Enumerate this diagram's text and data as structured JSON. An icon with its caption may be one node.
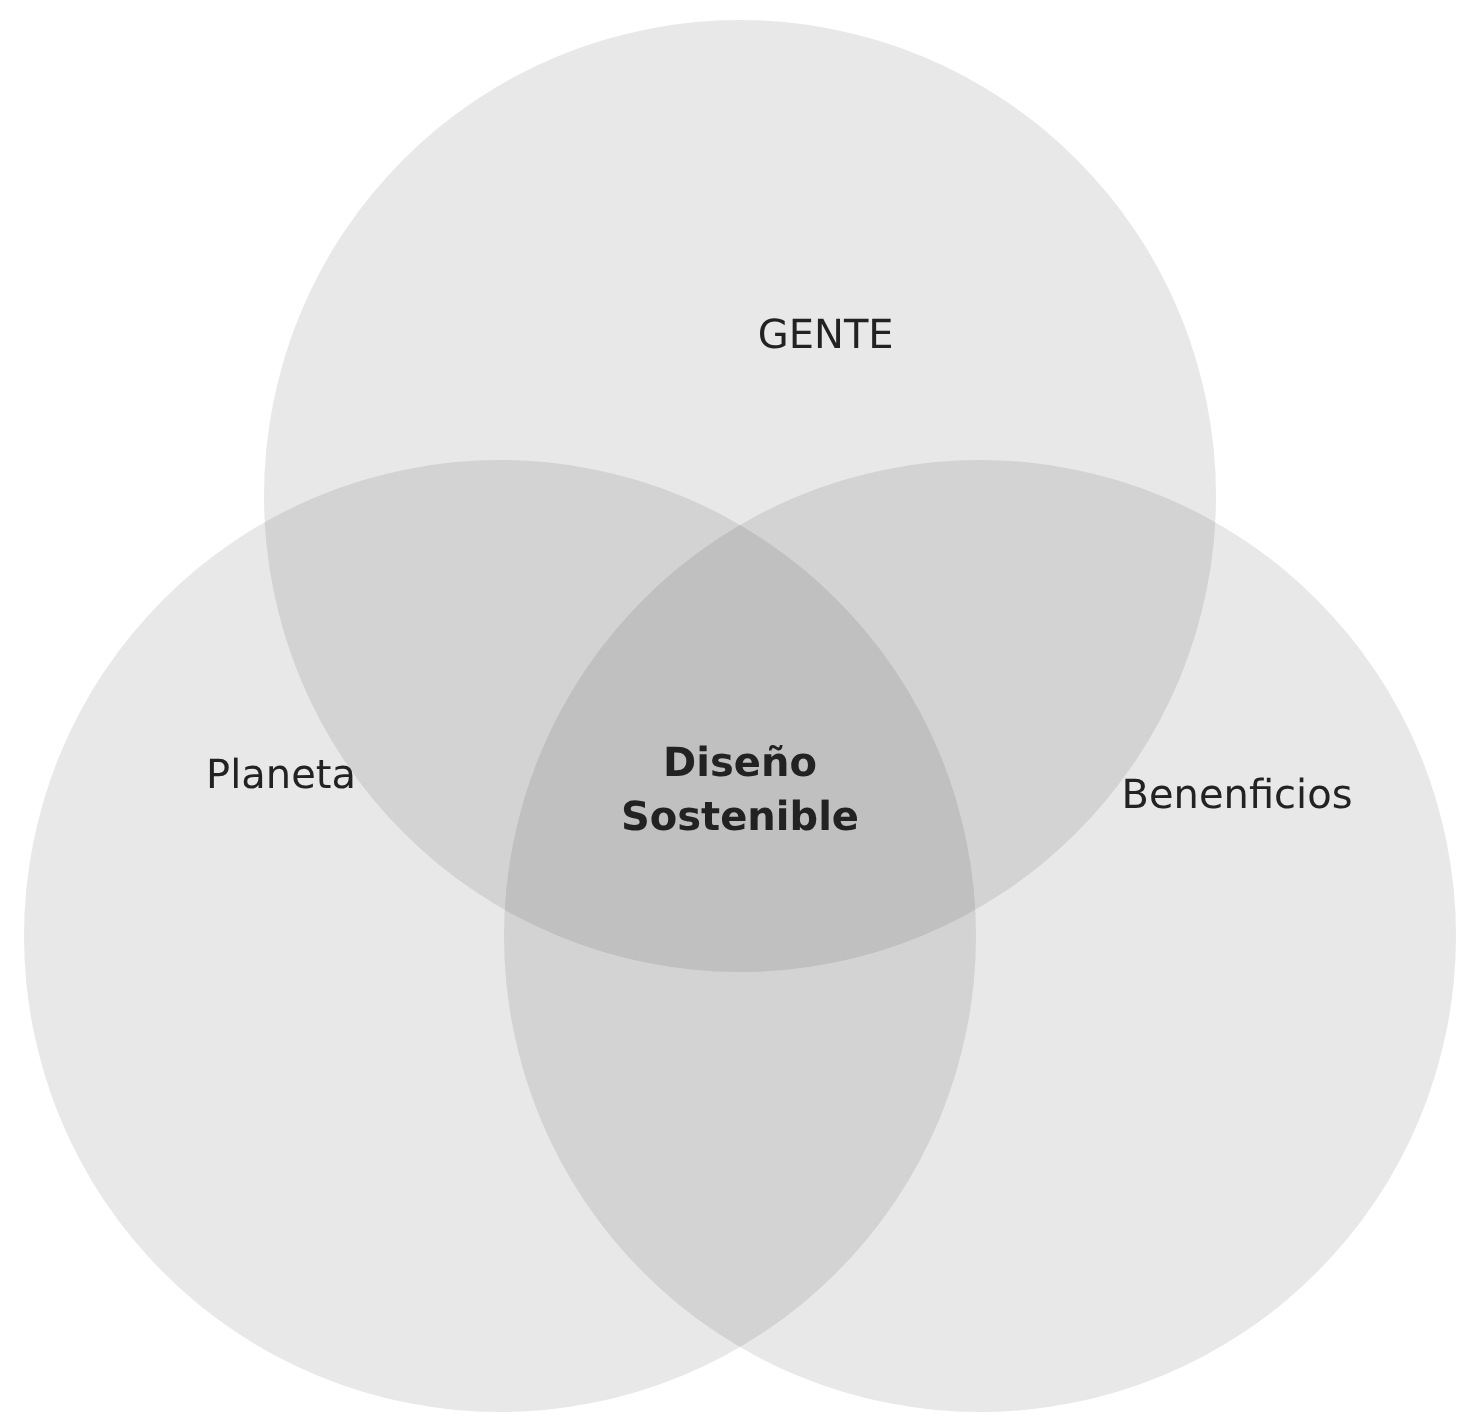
{
  "diagram": {
    "nodes": [
      {
        "text": [
          "GENTE"
        ]
      },
      {
        "text": [
          "Planeta"
        ]
      },
      {
        "text": [
          "Benenficios"
        ]
      }
    ],
    "labels": [
      "Diseño Sostenible"
    ]
  }
}
